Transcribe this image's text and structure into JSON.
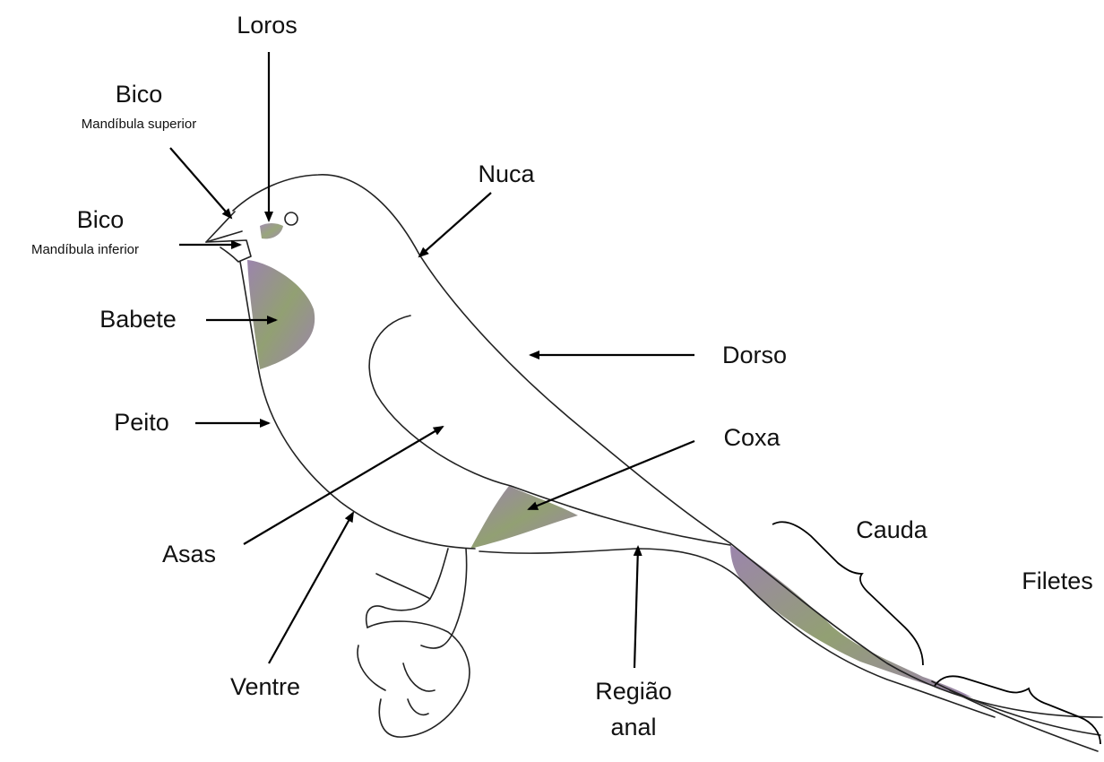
{
  "labels": {
    "loros": "Loros",
    "bico_sup": "Bico",
    "bico_sup_sub": "Mandíbula superior",
    "bico_inf": "Bico",
    "bico_inf_sub": "Mandíbula inferior",
    "babete": "Babete",
    "peito": "Peito",
    "asas": "Asas",
    "ventre": "Ventre",
    "nuca": "Nuca",
    "dorso": "Dorso",
    "coxa": "Coxa",
    "cauda": "Cauda",
    "filetes": "Filetes",
    "regiao_line1": "Região",
    "regiao_line2": "anal"
  },
  "colors": {
    "shade_purple": "#8a6f9e",
    "shade_olive": "#7f8f5a"
  }
}
